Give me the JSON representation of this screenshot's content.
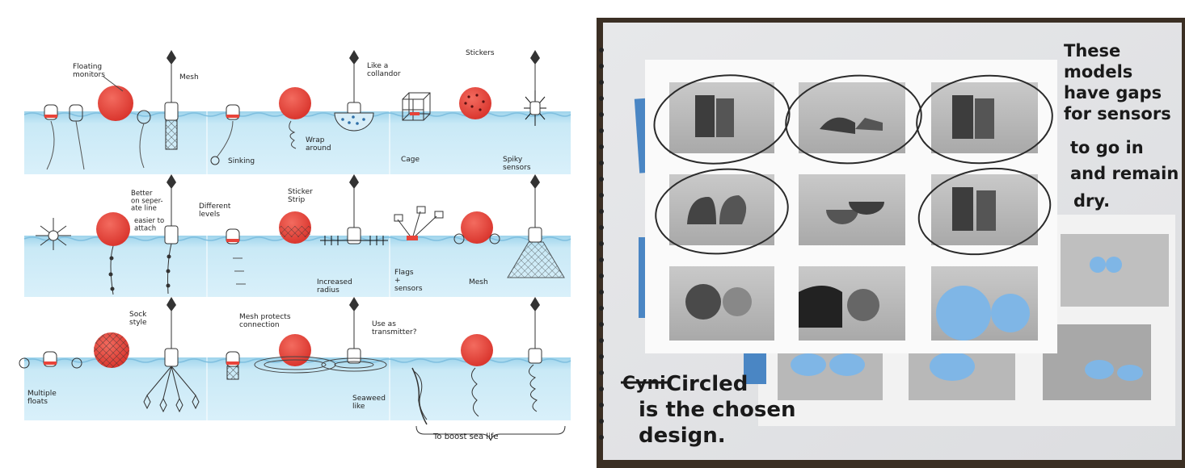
{
  "sketches": {
    "row1": {
      "floating_monitors": "Floating\nmonitors",
      "mesh": "Mesh",
      "sinking": "Sinking",
      "wrap_around": "Wrap\naround",
      "like_a_collander": "Like a\ncollandor",
      "cage": "Cage",
      "stickers": "Stickers",
      "spiky_sensors": "Spiky\nsensors"
    },
    "row2": {
      "better_on_separate_line": "Better\non seper-\nate line",
      "easier_to_attach": "easier to\nattach",
      "different_levels": "Different\nlevels",
      "sticker_strip": "Sticker\nStrip",
      "increased_radius": "Increased\nradius",
      "flags_sensors": "Flags\n+\nsensors",
      "mesh_arrow": "Mesh"
    },
    "row3": {
      "sock_style": "Sock\nstyle",
      "multiple_floats": "Multiple\nfloats",
      "mesh_protects": "Mesh protects\nconnection",
      "use_as_transmitter": "Use as\ntransmitter?",
      "seaweed_like": "Seaweed\nlike",
      "boost_sea_life": "To boost sea life"
    }
  },
  "notebook": {
    "note_right": [
      "These",
      "models",
      "have gaps",
      "for sensors",
      "to go in",
      "and remain",
      "dry."
    ],
    "crossed_word": "Cyni",
    "note_bottom": [
      "Circled",
      "is the chosen",
      "design."
    ]
  },
  "colors": {
    "sea": "#bfe3f3",
    "buoy_red": "#e8443a",
    "tape_blue": "#4a86c4",
    "print_blue": "#7fb6e6"
  }
}
